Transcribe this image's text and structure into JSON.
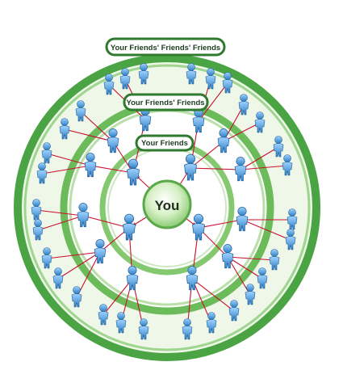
{
  "labels": {
    "outer": "Your Friends' Friends' Friends",
    "middle": "Your Friends' Friends",
    "inner": "Your Friends",
    "center": "You"
  },
  "colors": {
    "ring_green": "#7cc46a",
    "ring_light": "#eef7e8",
    "ring_border": "#3f9a3a",
    "label_border": "#2f7a2f",
    "link_red": "#c8102e",
    "person_blue": "#3a8fd6",
    "center_fill": "#bde3a8"
  },
  "icons": [
    "person-icon",
    "connection-arrow-icon"
  ]
}
